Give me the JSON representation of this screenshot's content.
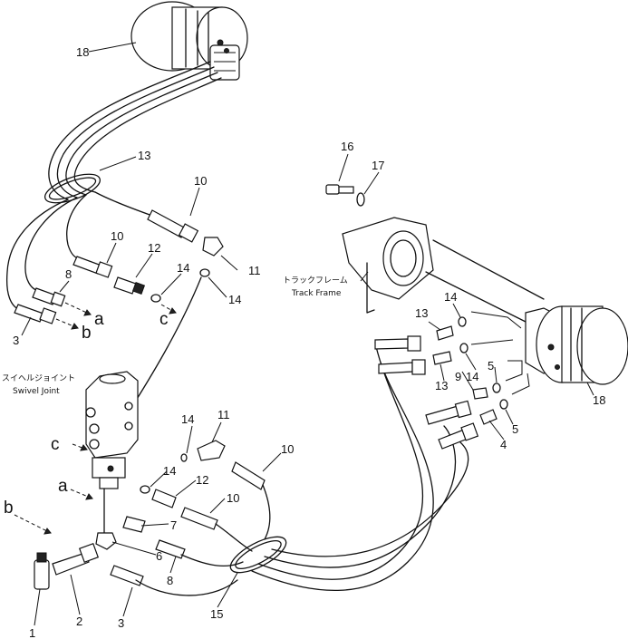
{
  "callouts": {
    "n1": "1",
    "n2": "2",
    "n3_left": "3",
    "n3_bottom": "3",
    "n4": "4",
    "n5_a": "5",
    "n5_b": "5",
    "n6": "6",
    "n7": "7",
    "n8_left": "8",
    "n8_bottom": "8",
    "n9": "9",
    "n10_top": "10",
    "n10_mid": "10",
    "n10_right": "10",
    "n10_lower": "10",
    "n11_top": "11",
    "n11_bottom": "11",
    "n12_top": "12",
    "n12_bottom": "12",
    "n13_left": "13",
    "n13_r1": "13",
    "n13_r2": "13",
    "n14_t1": "14",
    "n14_t2": "14",
    "n14_r1": "14",
    "n14_r2": "14",
    "n14_b1": "14",
    "n14_b2": "14",
    "n15": "15",
    "n16": "16",
    "n17": "17",
    "n18_top": "18",
    "n18_right": "18"
  },
  "connection_marks": {
    "a_top": "a",
    "b_top": "b",
    "c_top": "c",
    "a_bottom": "a",
    "b_bottom": "b",
    "c_bottom": "c"
  },
  "captions": {
    "swivel_jp": "スイヘルジョイント",
    "swivel_en": "Swivel Joint",
    "track_jp": "トラックフレーム",
    "track_en": "Track Frame"
  }
}
